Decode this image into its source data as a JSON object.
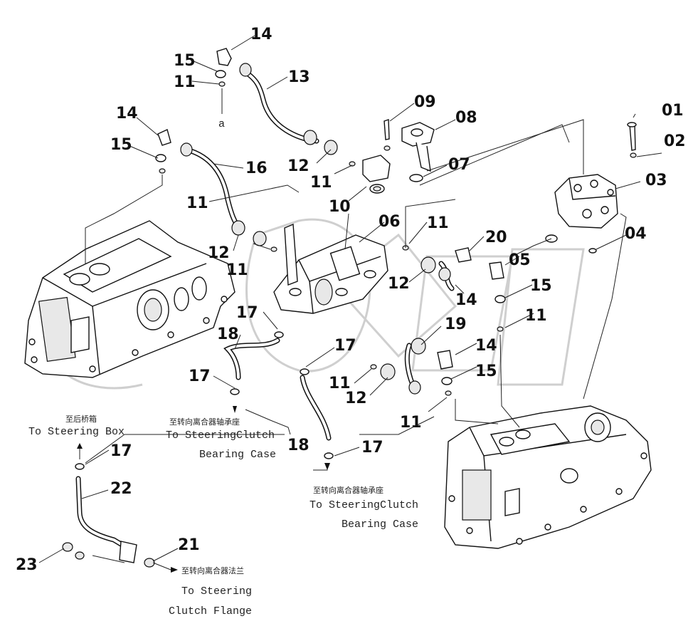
{
  "callouts": {
    "c01": "01",
    "c02": "02",
    "c03": "03",
    "c04": "04",
    "c05": "05",
    "c06": "06",
    "c07": "07",
    "c08": "08",
    "c09": "09",
    "c10": "10",
    "c11a": "11",
    "c11b": "11",
    "c11c": "11",
    "c11d": "11",
    "c11e": "11",
    "c11f": "11",
    "c11g": "11",
    "c11h": "11",
    "c12a": "12",
    "c12b": "12",
    "c12c": "12",
    "c12d": "12",
    "c13": "13",
    "c14a": "14",
    "c14b": "14",
    "c14c": "14",
    "c14d": "14",
    "c15a": "15",
    "c15b": "15",
    "c15c": "15",
    "c15d": "15",
    "c16": "16",
    "c17a": "17",
    "c17b": "17",
    "c17c": "17",
    "c17d": "17",
    "c17e": "17",
    "c18a": "18",
    "c18b": "18",
    "c19": "19",
    "c20": "20",
    "c21": "21",
    "c22": "22",
    "c23": "23"
  },
  "captions": {
    "steering_box_zh": "至后桥箱",
    "steering_box_en": "To Steering Box",
    "clutch_case_1_zh": "至转向离合器轴承座",
    "clutch_case_1_en_1": "To SteeringClutch",
    "clutch_case_1_en_2": "Bearing Case",
    "clutch_case_2_zh": "至转向离合器轴承座",
    "clutch_case_2_en_1": "To SteeringClutch",
    "clutch_case_2_en_2": "Bearing Case",
    "clutch_flange_zh": "至转向离合器法兰",
    "clutch_flange_en_1": "To Steering",
    "clutch_flange_en_2": "Clutch Flange"
  },
  "marks": {
    "letter_a": "a"
  }
}
